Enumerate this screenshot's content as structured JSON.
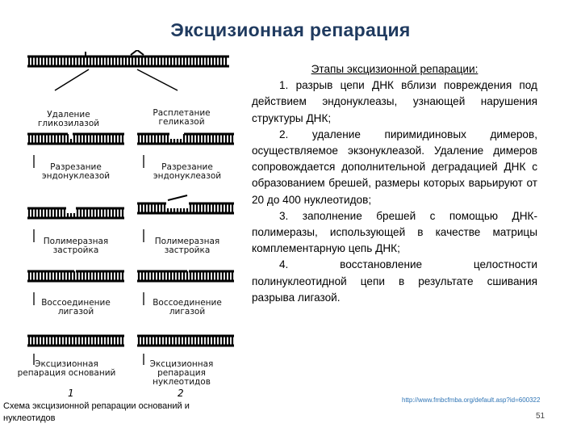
{
  "slide": {
    "title": "Эксцизионная репарация",
    "page_number": "51",
    "link": "http://www.fmbcfmba.org/default.asp?id=600322"
  },
  "diagram": {
    "labels": {
      "left_1": "Удаление гликозилазой",
      "right_1": "Расплетание геликазой",
      "left_2": "Разрезание эндонуклеазой",
      "right_2": "Разрезание эндонуклеазой",
      "left_3": "Полимеразная застройка",
      "right_3": "Полимеразная застройка",
      "left_4": "Воссоединение лигазой",
      "right_4": "Воссоединение лигазой",
      "left_5": "Эксцизионная репарация оснований",
      "right_5": "Эксцизионная репарация нуклеотидов",
      "num_left": "1",
      "num_right": "2"
    },
    "caption": "Схема эксцизионной репарации оснований и нуклеотидов"
  },
  "text": {
    "heading": "Этапы эксцизионной репарации:",
    "items": [
      "1.  разрыв цепи ДНК вблизи повреждения под действием эндонуклеазы, узнающей нарушения структуры ДНК;",
      "2. удаление пиримидиновых димеров, осуществляемое экзонуклеазой. Удаление димеров сопровождается дополнительной деградацией ДНК с образованием брешей, размеры которых варьируют от 20 до 400 нуклеотидов;",
      "3. заполнение брешей с помощью ДНК-полимеразы, использующей в качестве матрицы комплементарную цепь ДНК;",
      "4. восстановление целостности полинуклеотидной цепи в результате сшивания разрыва лигазой."
    ]
  }
}
